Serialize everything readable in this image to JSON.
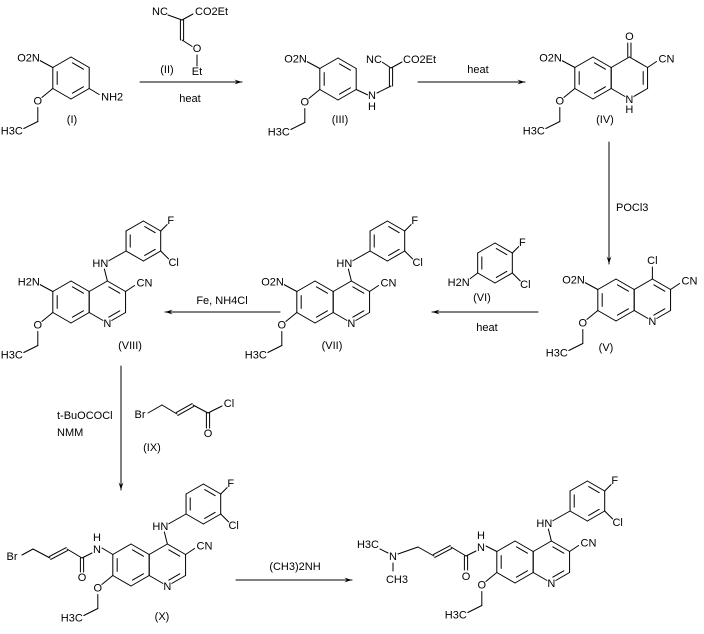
{
  "compounds": {
    "c1": {
      "id": "(I)",
      "no2": "O2N",
      "o": "O",
      "ch3": "H3C",
      "nh2": "NH2"
    },
    "c2": {
      "id": "(II)",
      "nc": "NC",
      "ester": "CO2Et",
      "o": "O",
      "et": "Et"
    },
    "c3": {
      "id": "(III)",
      "no2": "O2N",
      "o": "O",
      "ch3": "H3C",
      "nc": "NC",
      "ester": "CO2Et",
      "n": "N",
      "h": "H"
    },
    "c4": {
      "id": "(IV)",
      "no2": "O2N",
      "o": "O",
      "ch3": "H3C",
      "oxo": "O",
      "cn": "CN",
      "n": "N",
      "h": "H"
    },
    "c5": {
      "id": "(V)",
      "no2": "O2N",
      "o": "O",
      "ch3": "H3C",
      "cl4": "Cl",
      "cn": "CN",
      "n": "N"
    },
    "c6": {
      "id": "(VI)",
      "nh2": "H2N",
      "f": "F",
      "cl": "Cl"
    },
    "c7": {
      "id": "(VII)",
      "no2": "O2N",
      "o": "O",
      "ch3": "H3C",
      "hn": "HN",
      "f": "F",
      "cl": "Cl",
      "cn": "CN",
      "n": "N"
    },
    "c8": {
      "id": "(VIII)",
      "nh2": "H2N",
      "o": "O",
      "ch3": "H3C",
      "hn": "HN",
      "f": "F",
      "cl": "Cl",
      "cn": "CN",
      "n": "N"
    },
    "c9": {
      "id": "(IX)",
      "br": "Br",
      "cl": "Cl",
      "o": "O"
    },
    "c10": {
      "id": "(X)",
      "br": "Br",
      "amide_n": "N",
      "amide_h": "H",
      "co": "O",
      "o": "O",
      "ch3": "H3C",
      "hn": "HN",
      "f": "F",
      "cl": "Cl",
      "cn": "CN",
      "n": "N"
    },
    "c11": {
      "me1": "H3C",
      "amine_n": "N",
      "me2": "CH3",
      "amide_n": "N",
      "amide_h": "H",
      "co": "O",
      "o": "O",
      "ch3": "H3C",
      "hn": "HN",
      "f": "F",
      "cl": "Cl",
      "cn": "CN",
      "n": "N"
    }
  },
  "arrows": {
    "a1": {
      "label": "heat"
    },
    "a2": {
      "label": "heat"
    },
    "a3": {
      "label": "POCl3"
    },
    "a4": {
      "label": "heat"
    },
    "a5": {
      "label": "Fe,  NH4Cl"
    },
    "a6": {
      "label1": "t-BuOCOCl",
      "label2": "NMM"
    },
    "a7": {
      "label": "(CH3)2NH"
    }
  }
}
